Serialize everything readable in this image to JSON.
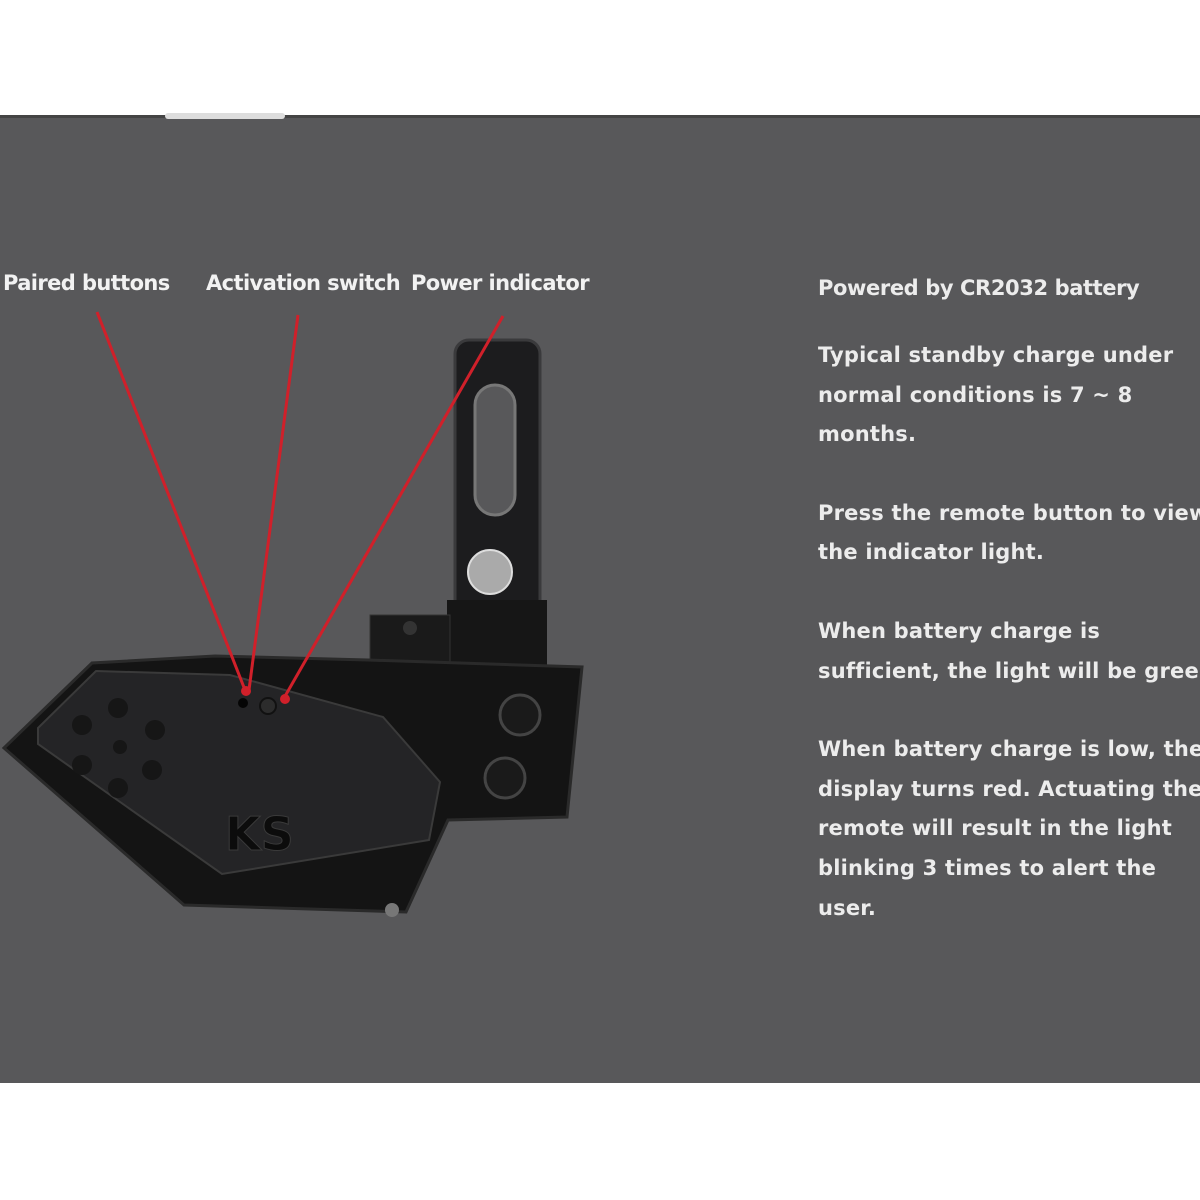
{
  "callouts": {
    "paired_buttons": "Paired buttons",
    "activation_switch": "Activation switch",
    "power_indicator": "Power indicator"
  },
  "info": {
    "heading": "Powered by CR2032 battery",
    "paragraphs": [
      "Typical standby charge under\nnormal conditions is 7 ~ 8\nmonths.",
      "Press the remote button to view\nthe indicator light.",
      "When battery charge is\nsufficient, the light will be green",
      "When battery charge is low, the\ndisplay turns red. Actuating the\nremote will result in the light\nblinking 3 times to alert the\nuser."
    ]
  },
  "device": {
    "logo": "KS"
  },
  "colors": {
    "background": "#58585a",
    "callout_line": "#d0202a",
    "text": "#ececec"
  }
}
